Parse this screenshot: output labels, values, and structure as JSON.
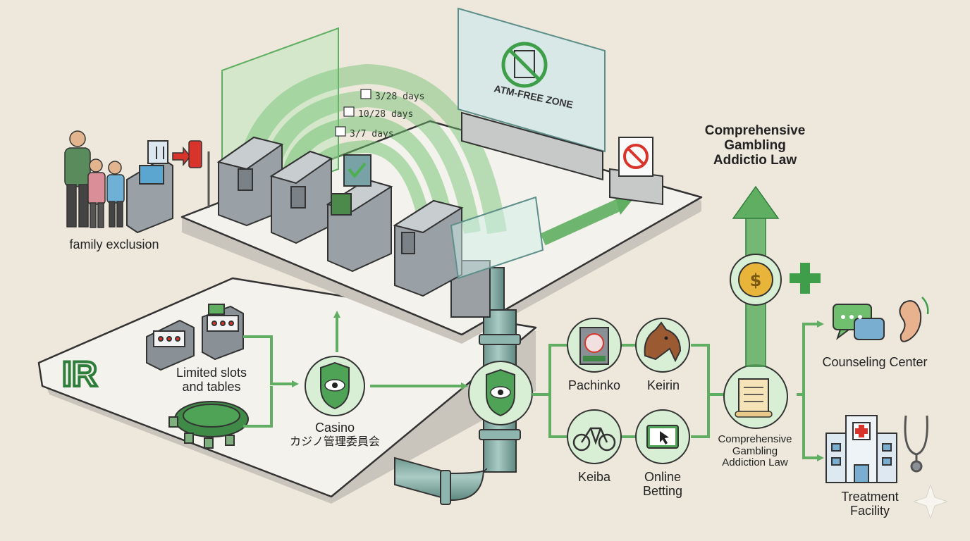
{
  "colors": {
    "background": "#eee8dc",
    "accent_green": "#5fae62",
    "dark_green": "#2f7d3a",
    "light_green": "#cfeccc",
    "platform": "#f4f2ec",
    "gate_gray": "#8a9196",
    "pipe": "#7fa7a0",
    "stop_red": "#d9342b"
  },
  "labels": {
    "family_exclusion": "family exclusion",
    "limited_slots": "Limited slots\nand tables",
    "casino_en": "Casino",
    "casino_jp": "カジノ管理委員会",
    "atm_free_zone": "ATM-FREE ZONE",
    "days_1": "3/28 days",
    "days_2": "10/28 days",
    "days_3": "3/7 days",
    "law_top": "Comprehensive\nGambling\nAddictio Law",
    "law_mid": "Comprehensive\nGambling\nAddiction Law",
    "pachinko": "Pachinko",
    "keirin": "Keirin",
    "keiba": "Keiba",
    "online_betting": "Online\nBetting",
    "counseling_center": "Counseling Center",
    "treatment_facility": "Treatment\nFacility",
    "ir": "IR"
  },
  "icons": [
    "family-icon",
    "kiosk-icon",
    "exclusion-tag-icon",
    "gate-icon",
    "no-atm-icon",
    "no-entry-sign-icon",
    "slot-machine-icon",
    "casino-table-icon",
    "eye-shield-icon",
    "pipe-icon",
    "pachinko-icon",
    "horse-icon",
    "bicycle-icon",
    "tablet-cursor-icon",
    "scroll-icon",
    "coin-icon",
    "plus-icon",
    "chat-bubbles-icon",
    "ear-icon",
    "hospital-icon",
    "stethoscope-icon"
  ]
}
